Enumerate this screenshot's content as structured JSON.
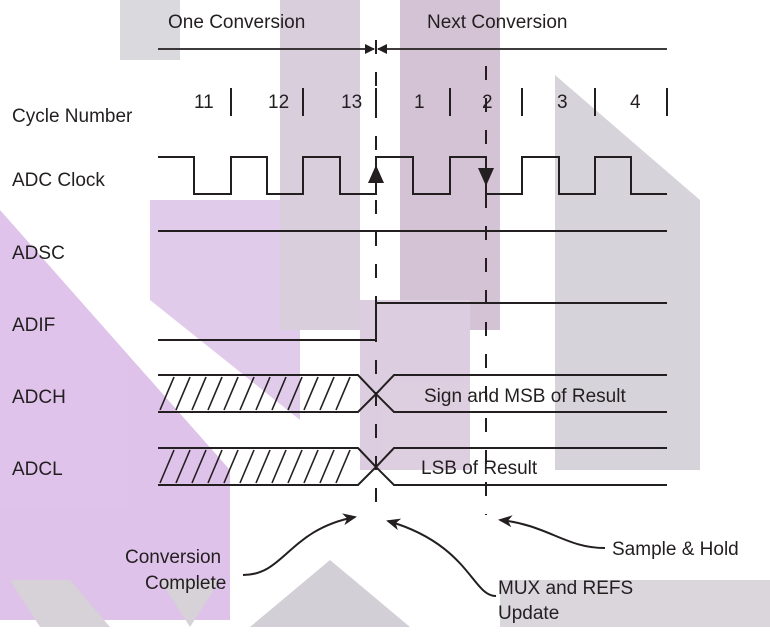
{
  "header": {
    "one_conversion": "One Conversion",
    "next_conversion": "Next Conversion"
  },
  "cycle_row": {
    "label": "Cycle Number",
    "numbers": [
      "11",
      "12",
      "13",
      "1",
      "2",
      "3",
      "4"
    ]
  },
  "signals": {
    "adc_clock": "ADC Clock",
    "adsc": "ADSC",
    "adif": "ADIF",
    "adch": "ADCH",
    "adcl": "ADCL"
  },
  "bus_values": {
    "adch": "Sign and MSB of Result",
    "adcl": "LSB of Result"
  },
  "annotations": {
    "conversion_complete_line1": "Conversion",
    "conversion_complete_line2": "Complete",
    "mux_refs_line1": "MUX and REFS",
    "mux_refs_line2": "Update",
    "sample_hold": "Sample & Hold"
  },
  "colors": {
    "line": "#231f20",
    "watermark_purple": "#c7a4d6",
    "watermark_gray": "#cfcfd4",
    "watermark_mauve": "#cdb6c8"
  }
}
